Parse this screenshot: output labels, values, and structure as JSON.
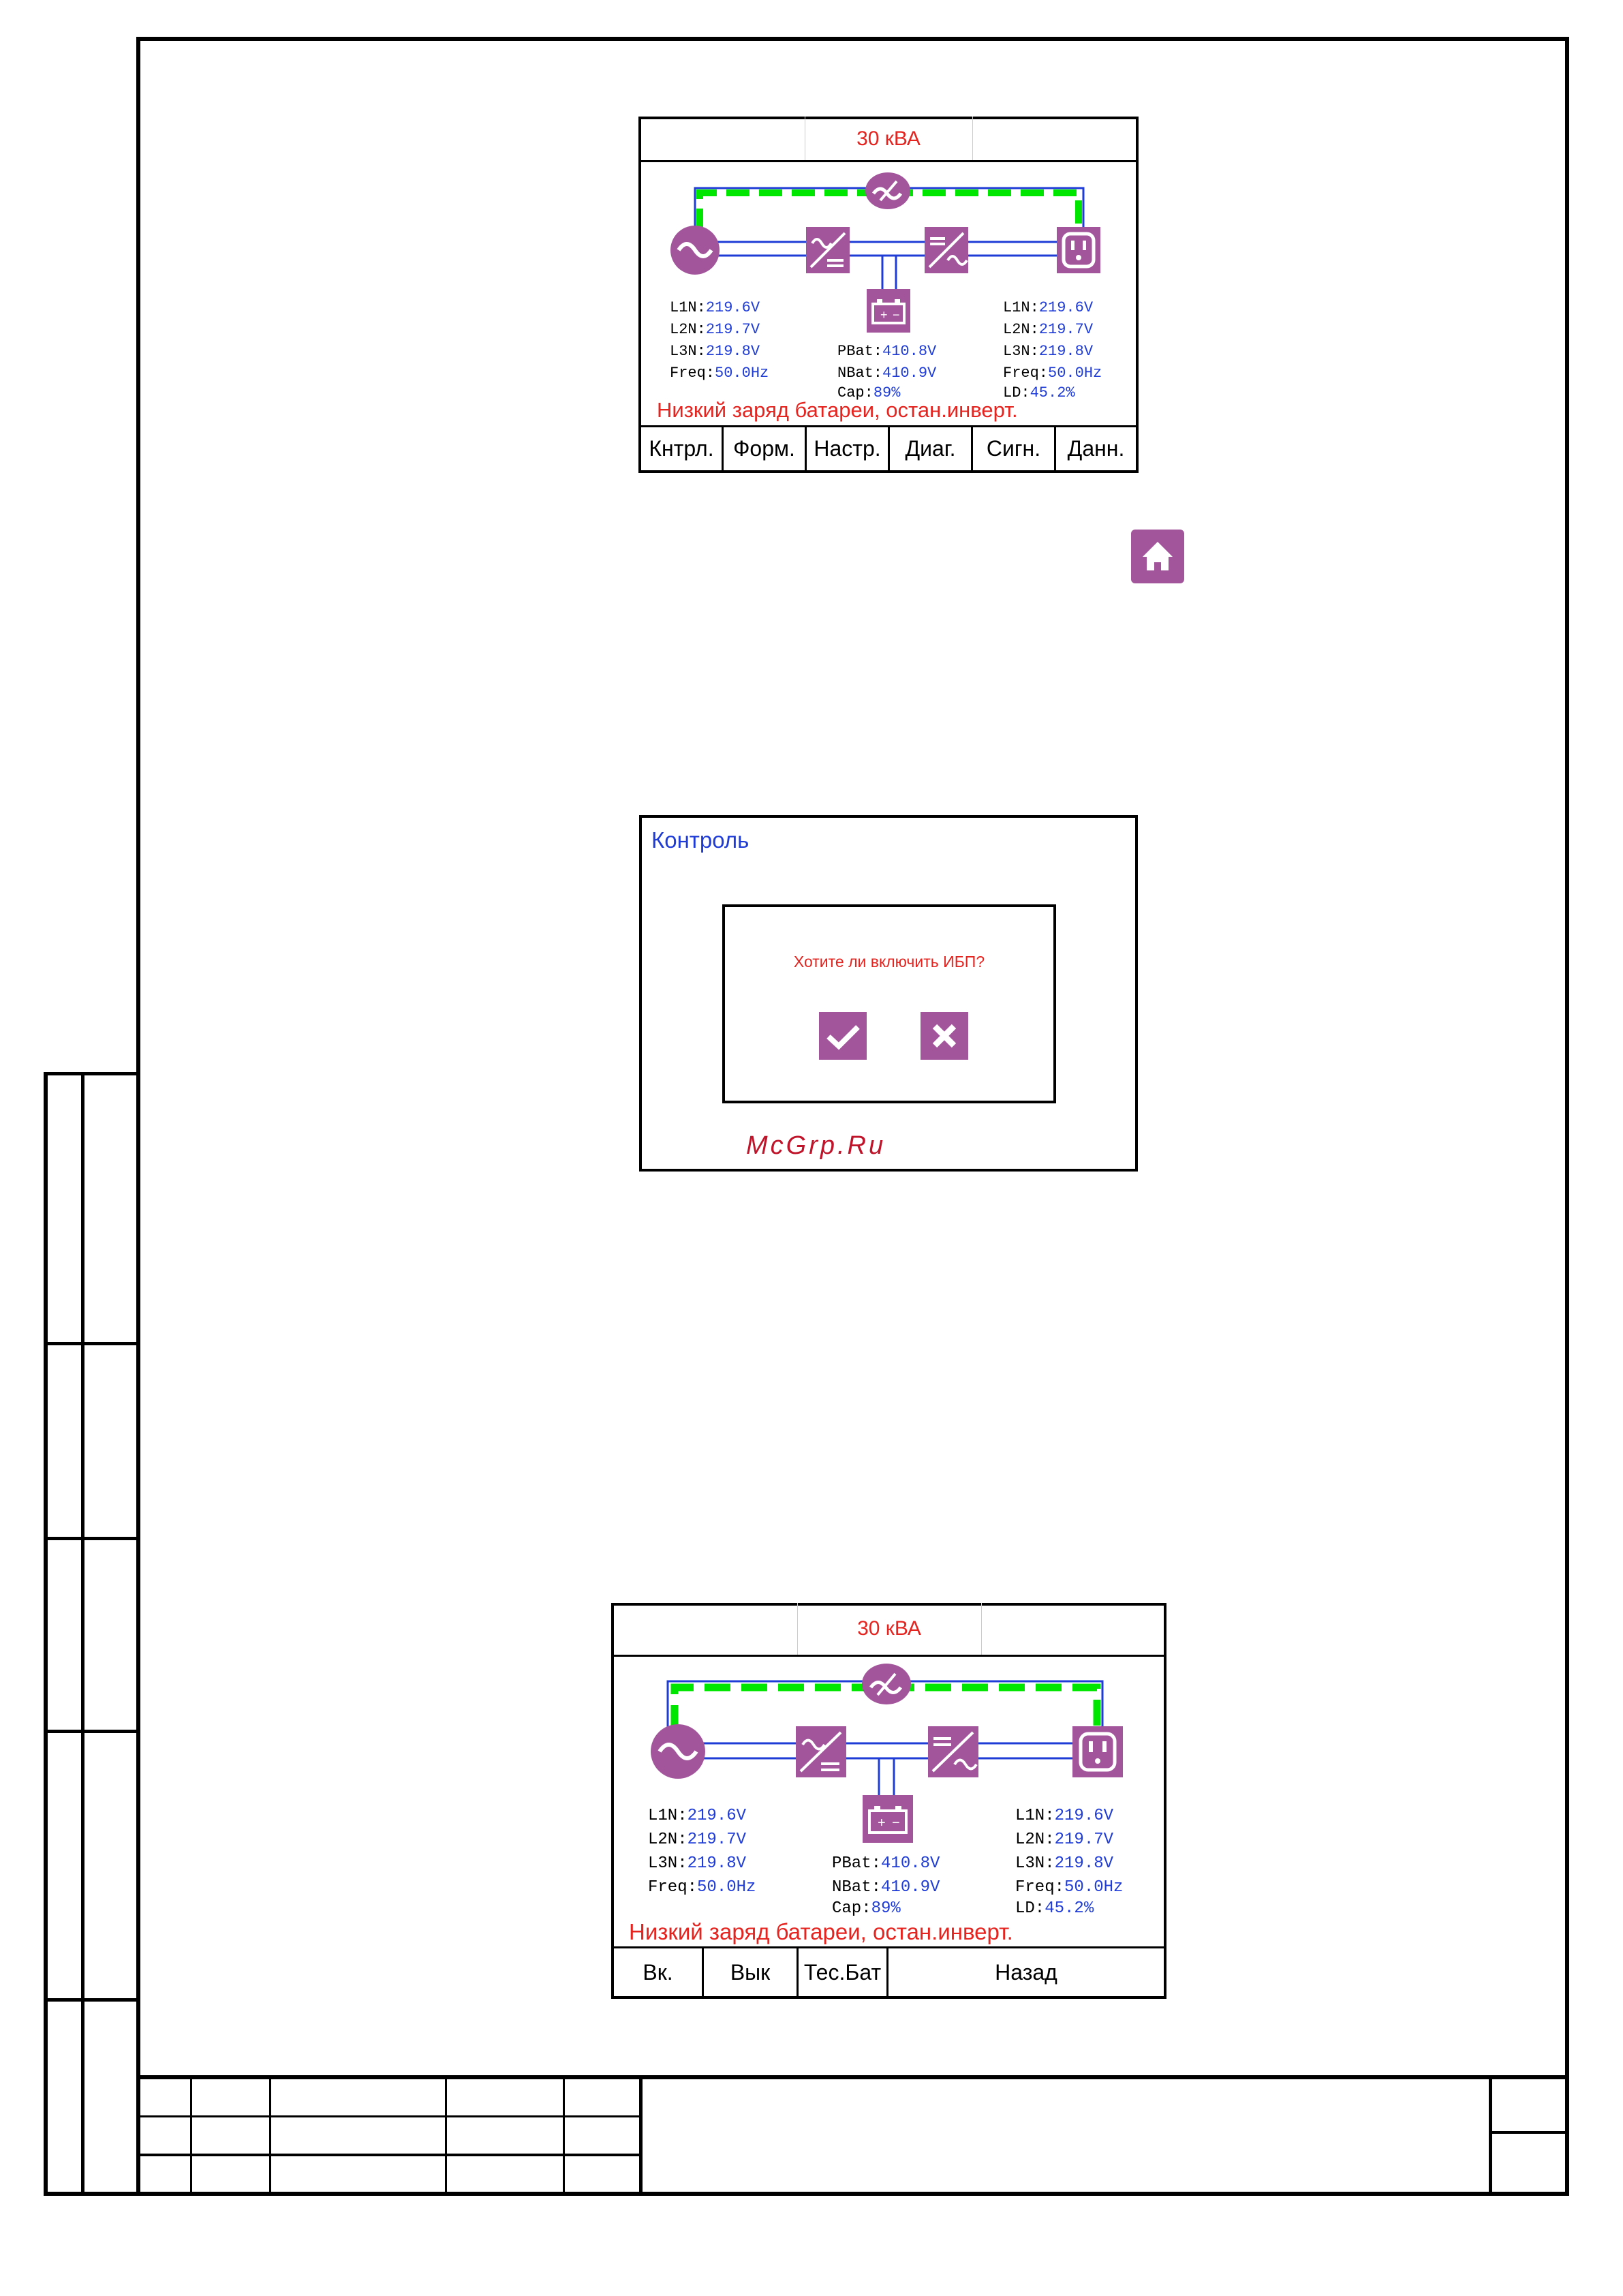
{
  "colors": {
    "accent": "#a3559c",
    "bypass": "#00e600",
    "line_blue": "#1f3cd6",
    "title_red": "#e52420"
  },
  "screen1": {
    "title": "30 кВА",
    "left": {
      "l1n_label": "L1N:",
      "l1n_val": "219.6V",
      "l2n_label": "L2N:",
      "l2n_val": "219.7V",
      "l3n_label": "L3N:",
      "l3n_val": "219.8V",
      "freq_label": "Freq:",
      "freq_val": "50.0Hz"
    },
    "battery": {
      "pbat_label": "PBat:",
      "pbat_val": "410.8V",
      "nbat_label": "NBat:",
      "nbat_val": "410.9V",
      "cap_label": "Cap:",
      "cap_val": "89%"
    },
    "right": {
      "l1n_label": "L1N:",
      "l1n_val": "219.6V",
      "l2n_label": "L2N:",
      "l2n_val": "219.7V",
      "l3n_label": "L3N:",
      "l3n_val": "219.8V",
      "freq_label": "Freq:",
      "freq_val": "50.0Hz",
      "ld_label": "LD:",
      "ld_val": "45.2%"
    },
    "status": "Низкий заряд батареи, остан.инверт.",
    "tabs": [
      "Кнтрл.",
      "Форм.",
      "Настр.",
      "Диаг.",
      "Сигн.",
      "Данн."
    ]
  },
  "home_icon": "home-icon",
  "screen2": {
    "title": "Контроль",
    "question": "Хотите ли включить ИБП?",
    "confirm_icon": "check-icon",
    "cancel_icon": "close-icon",
    "watermark": "McGrp.Ru"
  },
  "screen3": {
    "title": "30 кВА",
    "left": {
      "l1n_label": "L1N:",
      "l1n_val": "219.6V",
      "l2n_label": "L2N:",
      "l2n_val": "219.7V",
      "l3n_label": "L3N:",
      "l3n_val": "219.8V",
      "freq_label": "Freq:",
      "freq_val": "50.0Hz"
    },
    "battery": {
      "pbat_label": "PBat:",
      "pbat_val": "410.8V",
      "nbat_label": "NBat:",
      "nbat_val": "410.9V",
      "cap_label": "Cap:",
      "cap_val": "89%"
    },
    "right": {
      "l1n_label": "L1N:",
      "l1n_val": "219.6V",
      "l2n_label": "L2N:",
      "l2n_val": "219.7V",
      "l3n_label": "L3N:",
      "l3n_val": "219.8V",
      "freq_label": "Freq:",
      "freq_val": "50.0Hz",
      "ld_label": "LD:",
      "ld_val": "45.2%"
    },
    "status": "Низкий заряд батареи, остан.инверт.",
    "buttons": [
      "Вк.",
      "Вык",
      "Тес.Бат",
      "Назад"
    ]
  }
}
